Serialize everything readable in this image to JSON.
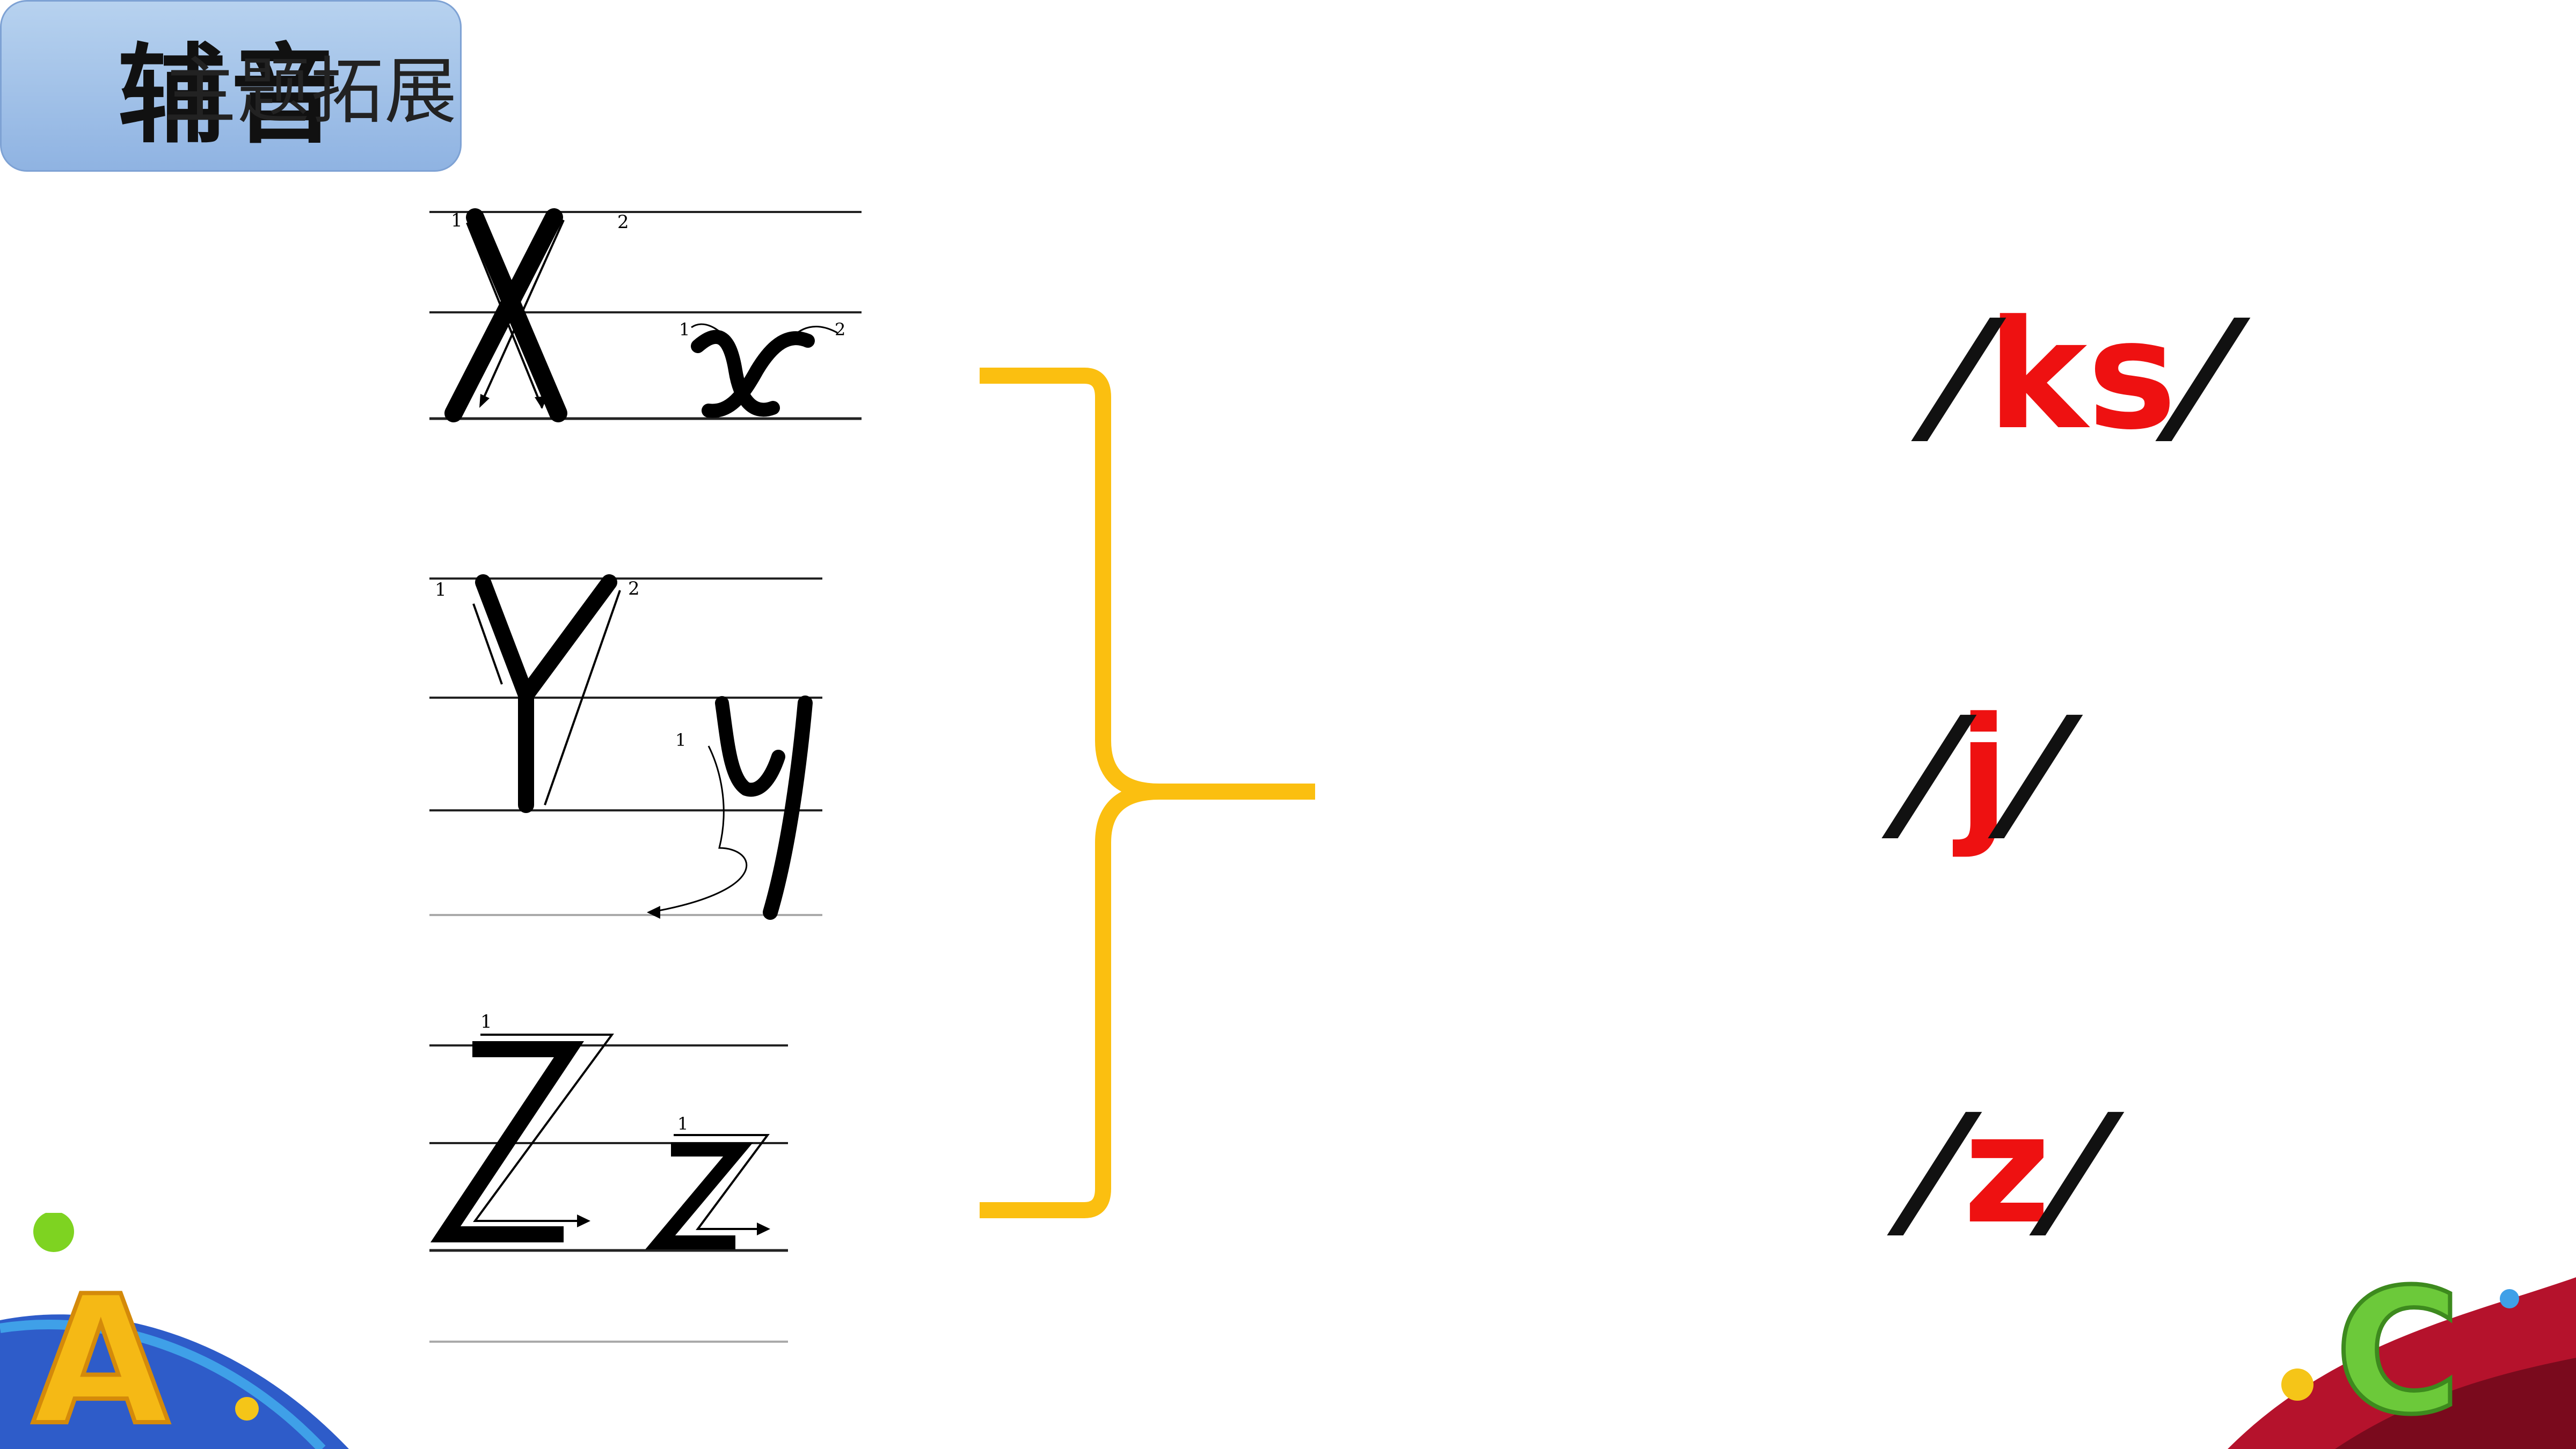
{
  "header": {
    "title": "主题拓展"
  },
  "letters": [
    {
      "upper": "X",
      "lower": "x"
    },
    {
      "upper": "Y",
      "lower": "y"
    },
    {
      "upper": "Z",
      "lower": "z"
    }
  ],
  "stroke_numbers": {
    "first": "1",
    "second": "2"
  },
  "category": {
    "label": "辅音"
  },
  "phonetics": [
    {
      "slash": "/",
      "sound": "ks"
    },
    {
      "slash": "/",
      "sound": "j"
    },
    {
      "slash": "/",
      "sound": "z"
    }
  ],
  "colors": {
    "bracket": "#fbbf10",
    "sound": "#ee1111",
    "box": "#a9c6ea"
  },
  "decorations": {
    "left_letter": "A",
    "right_letter": "C"
  }
}
